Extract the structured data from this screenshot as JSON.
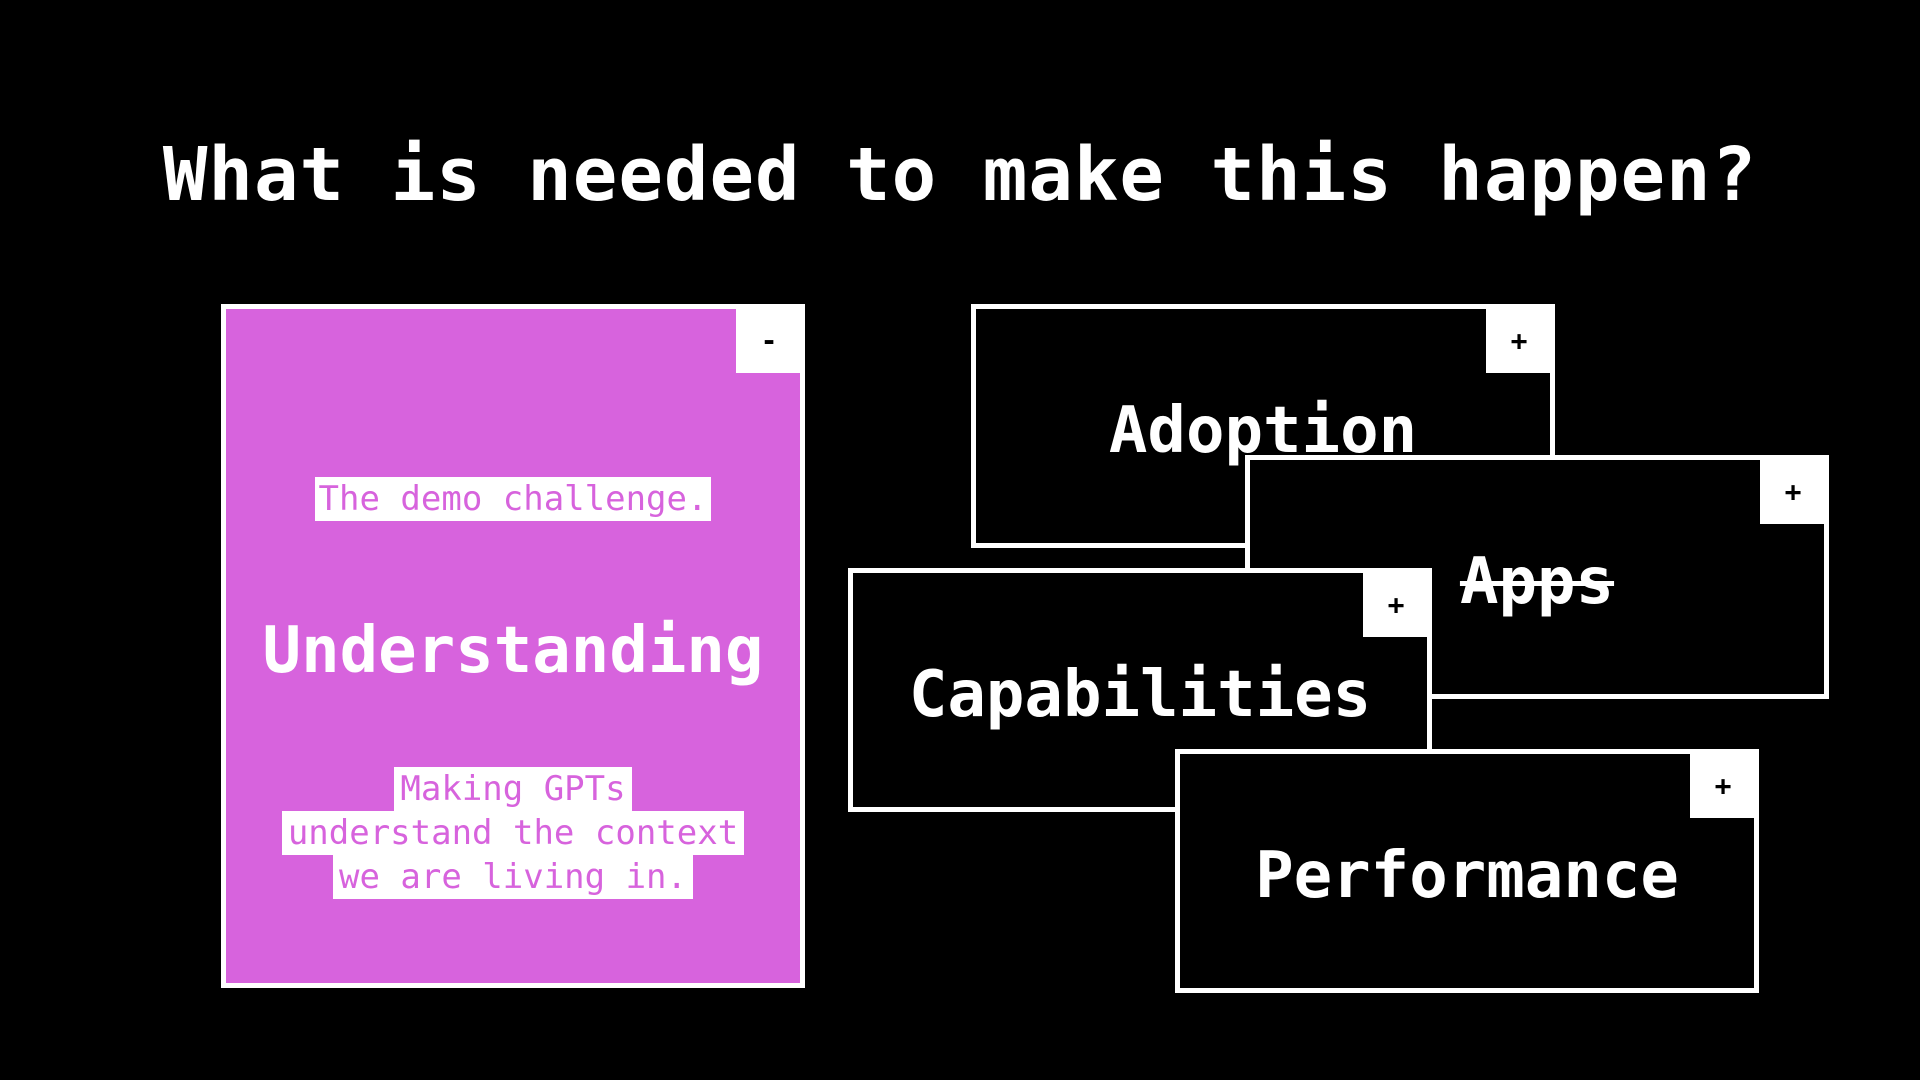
{
  "title": "What is needed to make this happen?",
  "colors": {
    "background": "#000000",
    "accent": "#d763dd",
    "foreground": "#ffffff"
  },
  "cards": {
    "understanding": {
      "label": "Understanding",
      "tagline": "The demo challenge.",
      "description_lines": [
        "Making GPTs",
        "understand the context",
        "we are living in."
      ],
      "toggle": "-",
      "state": "expanded"
    },
    "adoption": {
      "label": "Adoption",
      "toggle": "+",
      "state": "collapsed"
    },
    "apps": {
      "label": "Apps",
      "toggle": "+",
      "state": "collapsed",
      "struck_through": true
    },
    "capabilities": {
      "label": "Capabilities",
      "toggle": "+",
      "state": "collapsed"
    },
    "performance": {
      "label": "Performance",
      "toggle": "+",
      "state": "collapsed"
    }
  }
}
